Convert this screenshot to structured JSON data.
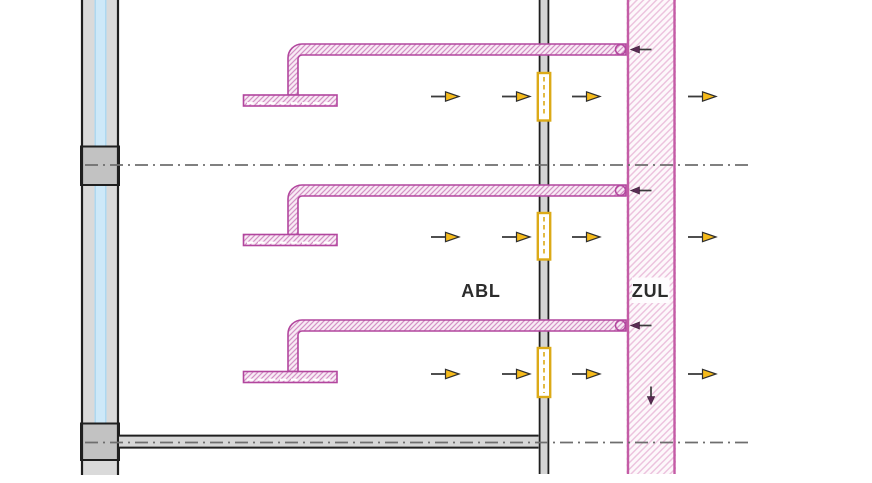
{
  "diagram": {
    "kind": "ventilation-section-drawing",
    "labels": {
      "abl": "ABL",
      "zul": "ZUL"
    },
    "structure": {
      "floor_count": 3,
      "airflow_arrows_per_floor": 4,
      "fire_dampers": 3,
      "diffusers": 3
    },
    "colors": {
      "duct_magenta": "#b2469e",
      "duct_fill": "#f8ecf5",
      "duct_hatch": "#d490c5",
      "supply_shaft_border": "#c45ca6",
      "supply_shaft_hatch": "#ecc3de",
      "arrow_yellow": "#f6bb1b",
      "arrow_stem_gray": "#3b3b3b",
      "arrow_magenta": "#5a2b54",
      "damper_yellow": "#dcaa17",
      "wall_gray": "#dadada",
      "slab_gray": "#c2c2c2",
      "glazing_blue": "#cde8f8",
      "centerline_gray": "#6e6e6e",
      "line_black": "#1f1f1f"
    }
  }
}
